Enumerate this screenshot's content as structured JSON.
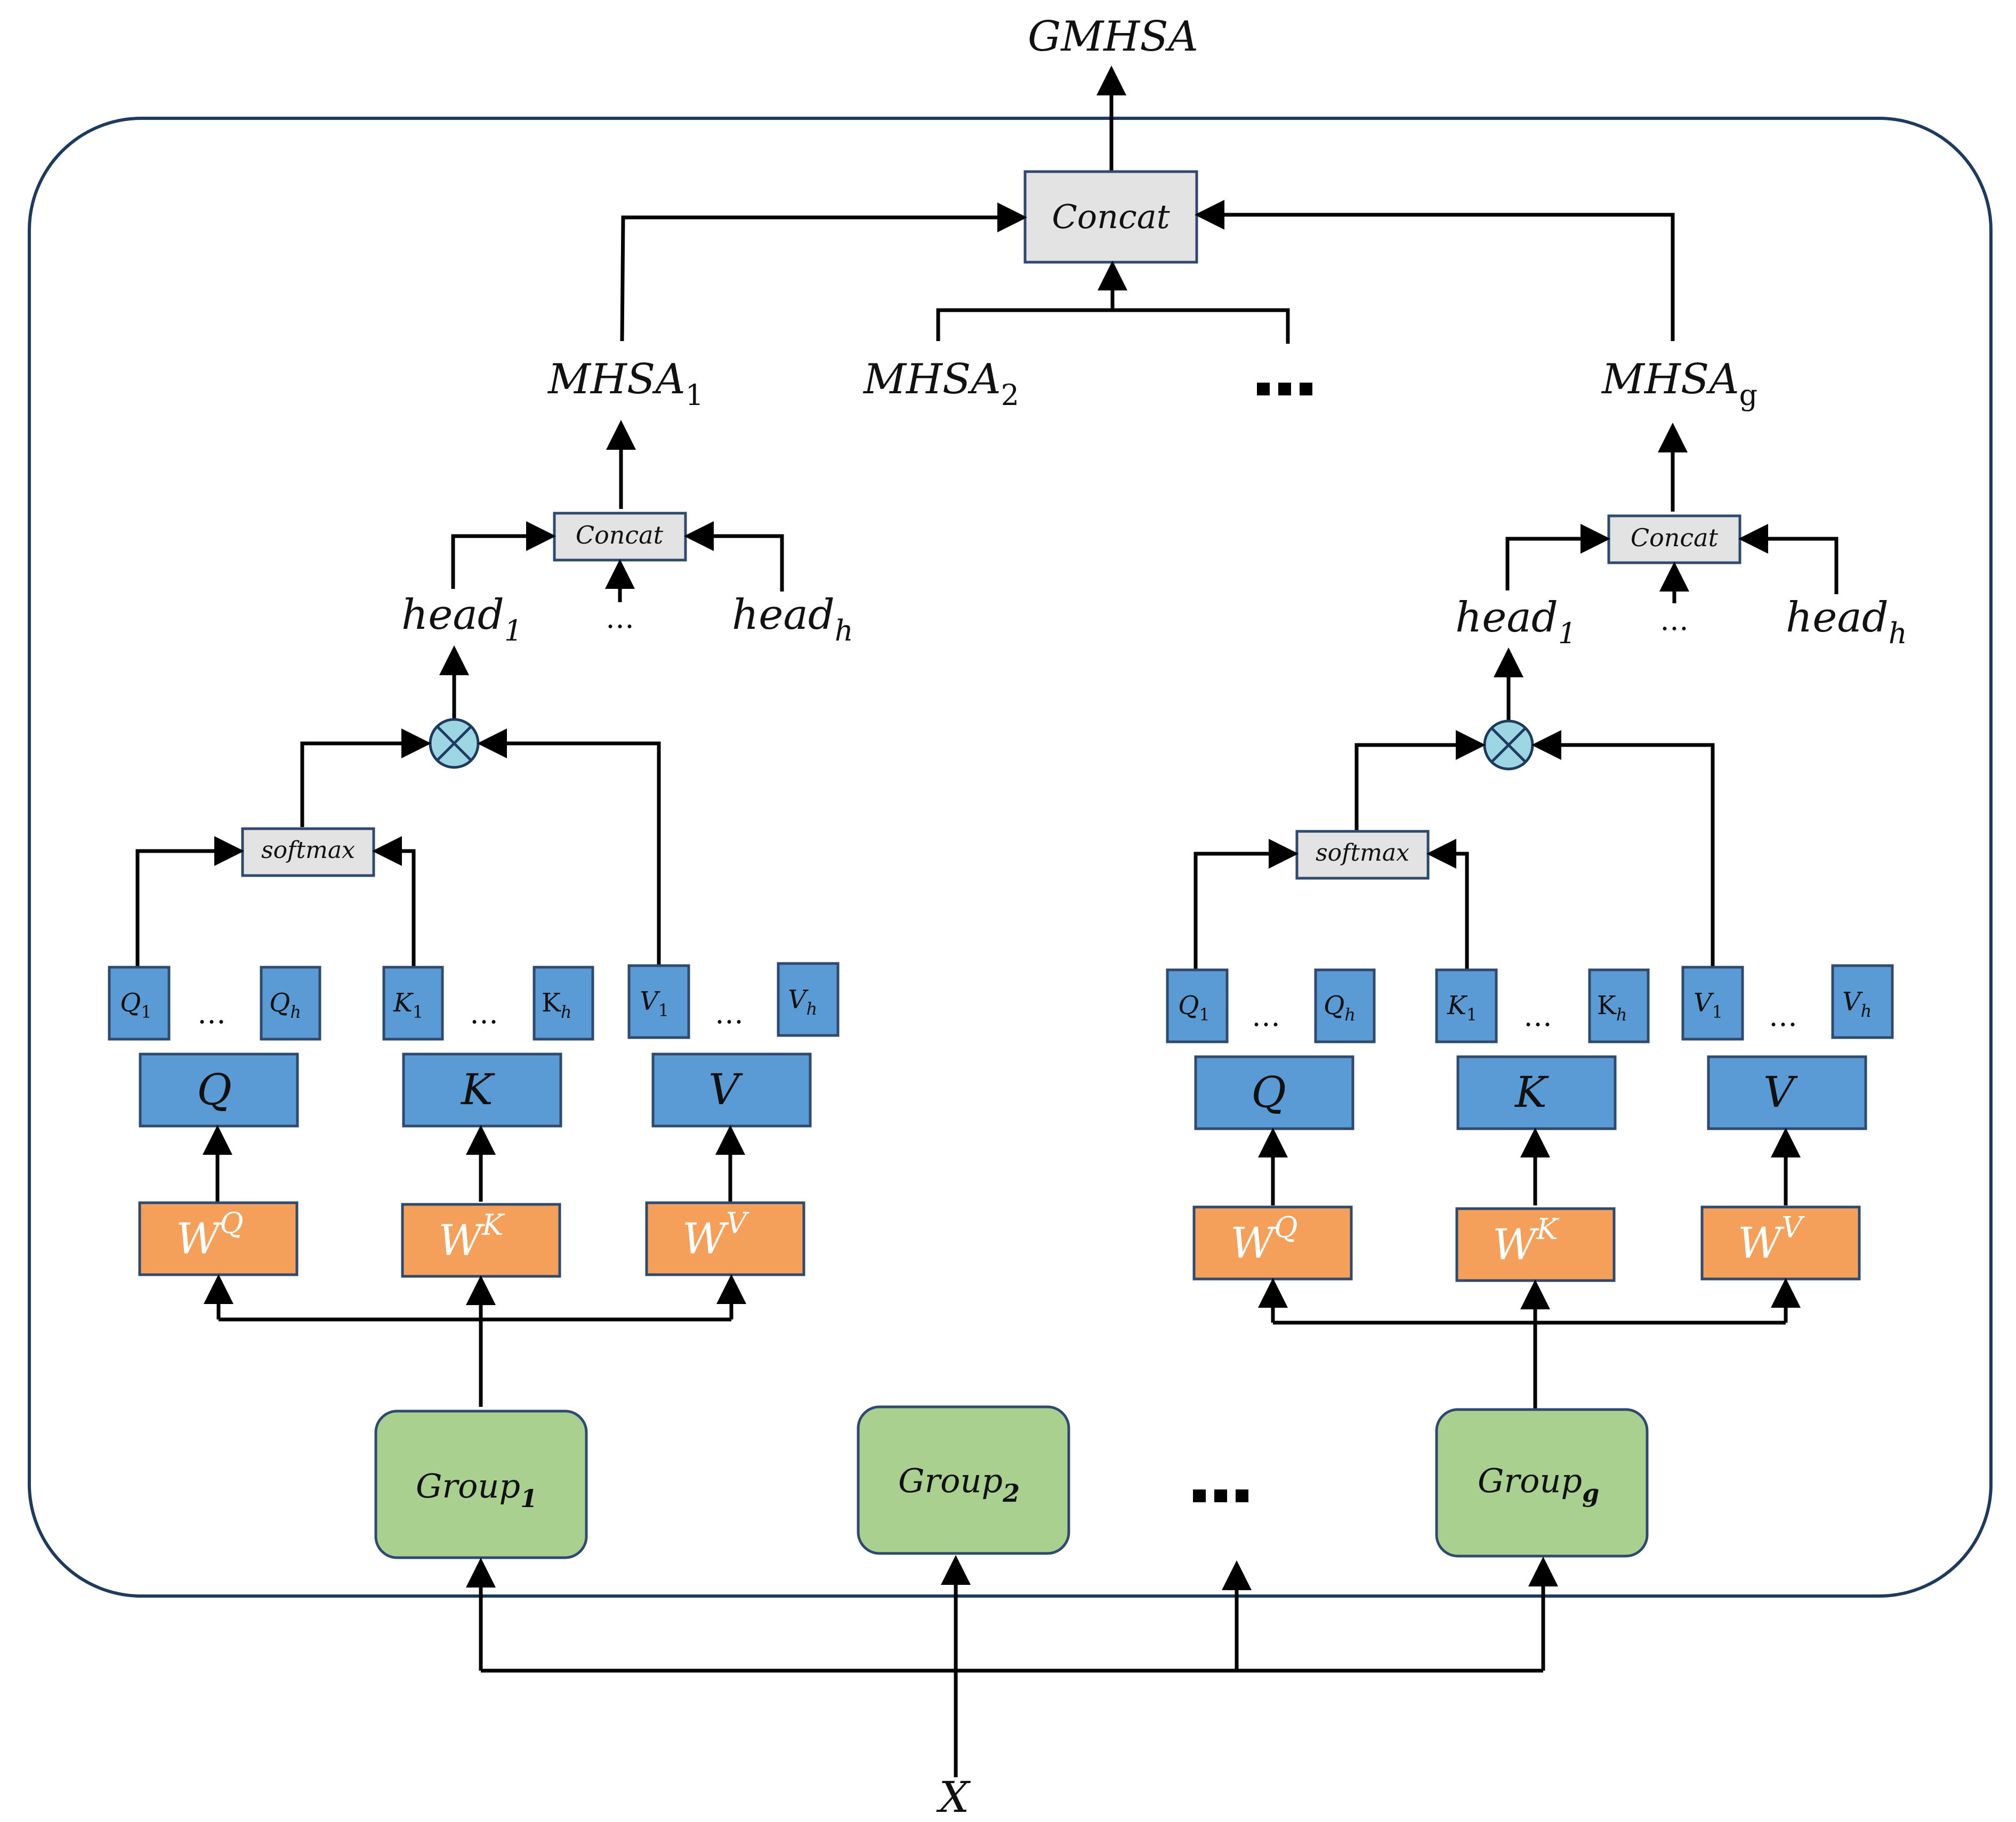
{
  "title": "GMHSA",
  "input": "X",
  "concat_label": "Concat",
  "softmax_label": "softmax",
  "ellipsis": "…",
  "mhsa": [
    {
      "base": "MHSA",
      "sub": "1"
    },
    {
      "base": "MHSA",
      "sub": "2"
    },
    {
      "base": "MHSA",
      "sub": "g"
    }
  ],
  "groups": [
    {
      "base": "Group",
      "sub": "1"
    },
    {
      "base": "Group",
      "sub": "2"
    },
    {
      "base": "Group",
      "sub": "g"
    }
  ],
  "heads": [
    {
      "base": "head",
      "sub": "1"
    },
    {
      "base": "head",
      "sub": "h"
    }
  ],
  "qkv": {
    "q": "Q",
    "k": "K",
    "v": "V"
  },
  "weights": [
    {
      "base": "W",
      "sup": "Q"
    },
    {
      "base": "W",
      "sup": "K"
    },
    {
      "base": "W",
      "sup": "V"
    }
  ],
  "splits": {
    "q1": "1",
    "qh": "h",
    "k1": "1",
    "kh": "h",
    "v1": "1",
    "vh": "h",
    "kh_base": "K"
  },
  "colors": {
    "blue": "#5b9bd5",
    "orange": "#f4a05a",
    "green": "#a9d08e",
    "gray": "#e3e3e3",
    "border": "#2f4a6e",
    "frame": "#1f3a5f",
    "multiply": "#9dd6e3"
  }
}
